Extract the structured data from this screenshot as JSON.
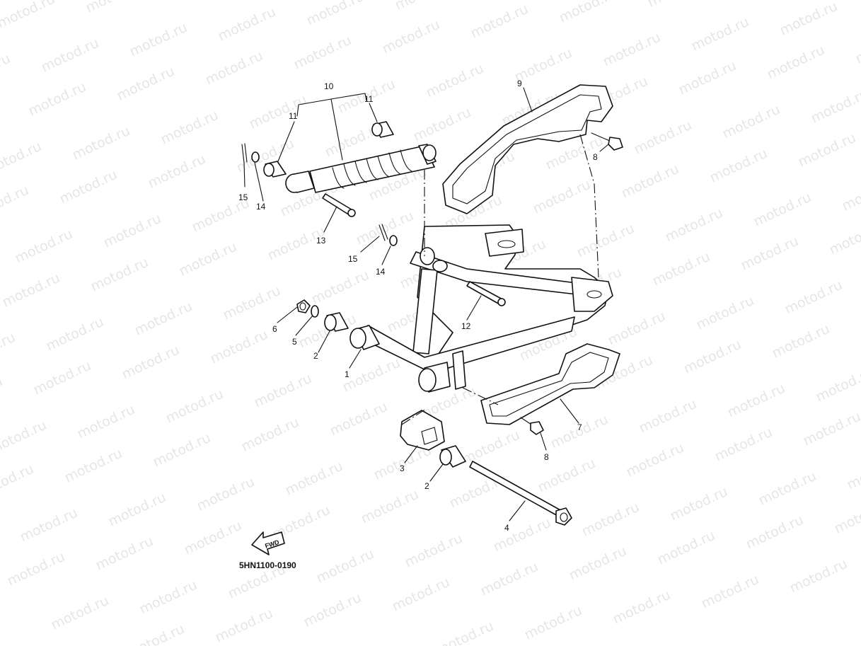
{
  "watermark": {
    "text": "motod.ru"
  },
  "diagram": {
    "code": "5HN1100-0190",
    "fwd_label": "FWD",
    "callouts": {
      "c1": "1",
      "c2a": "2",
      "c2b": "2",
      "c3": "3",
      "c4": "4",
      "c5": "5",
      "c6": "6",
      "c7": "7",
      "c8a": "8",
      "c8b": "8",
      "c9": "9",
      "c10": "10",
      "c11a": "11",
      "c11b": "11",
      "c12": "12",
      "c13": "13",
      "c14a": "14",
      "c14b": "14",
      "c15a": "15",
      "c15b": "15"
    }
  }
}
